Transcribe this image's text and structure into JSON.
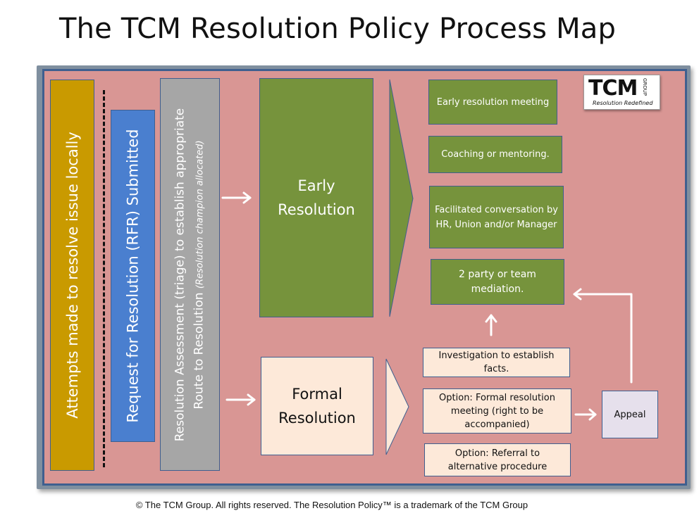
{
  "title": "The TCM Resolution Policy Process Map",
  "columns": {
    "local": "Attempts made to resolve issue locally",
    "rfr": "Request for Resolution (RFR) Submitted",
    "assessment_line1": "Resolution Assessment (triage)  to establish appropriate",
    "assessment_line2": "Route to Resolution",
    "assessment_sub": "(Resolution champion allocated)"
  },
  "routes": {
    "early": "Early Resolution",
    "formal": "Formal Resolution"
  },
  "early_options": [
    "Early resolution meeting",
    "Coaching or mentoring.",
    "Facilitated conversation by HR, Union and/or Manager",
    "2 party or team mediation."
  ],
  "formal_options": [
    "Investigation to establish facts.",
    "Option: Formal resolution meeting (right to be accompanied)",
    "Option: Referral to alternative procedure"
  ],
  "appeal": "Appeal",
  "logo": {
    "mark": "TCM",
    "group": "GROUP",
    "tagline": "Resolution Redefined"
  },
  "footer": "© The TCM Group. All rights reserved. The Resolution Policy™ is a trademark of the TCM Group",
  "colors": {
    "background": "#d99694",
    "border": "#3f5f8f",
    "local": "#c99a00",
    "rfr": "#4a7fcf",
    "assessment": "#a6a6a6",
    "early": "#76933c",
    "formal": "#fde9d9",
    "appeal": "#e6e0ec"
  }
}
